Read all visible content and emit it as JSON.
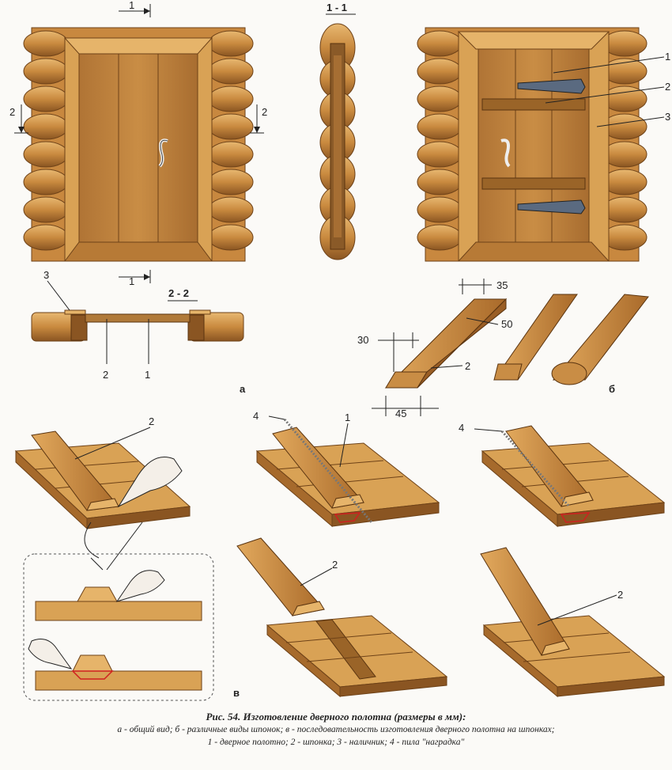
{
  "labels": {
    "sec11": "1 - 1",
    "sec22": "2 - 2",
    "one": "1",
    "two": "2",
    "three": "3",
    "four": "4",
    "arrow1": "1",
    "arrow2": "2",
    "a": "а",
    "b": "б",
    "v": "в"
  },
  "dims": {
    "d35": "35",
    "d50": "50",
    "d30": "30",
    "d45": "45"
  },
  "caption": {
    "title": "Рис. 54. Изготовление дверного полотна (размеры в мм):",
    "line1": "а - общий вид; б - различные виды шпонок; в - последовательность изготовления дверного полотна на шпонках;",
    "line2": "1 - дверное полотно; 2 - шпонка; 3 - наличник; 4 - пила \"наградка\""
  },
  "colors": {
    "wood_light": "#d8a050",
    "wood_mid": "#b97a35",
    "wood_dark": "#7a4a1c",
    "cut": "#d02020"
  }
}
